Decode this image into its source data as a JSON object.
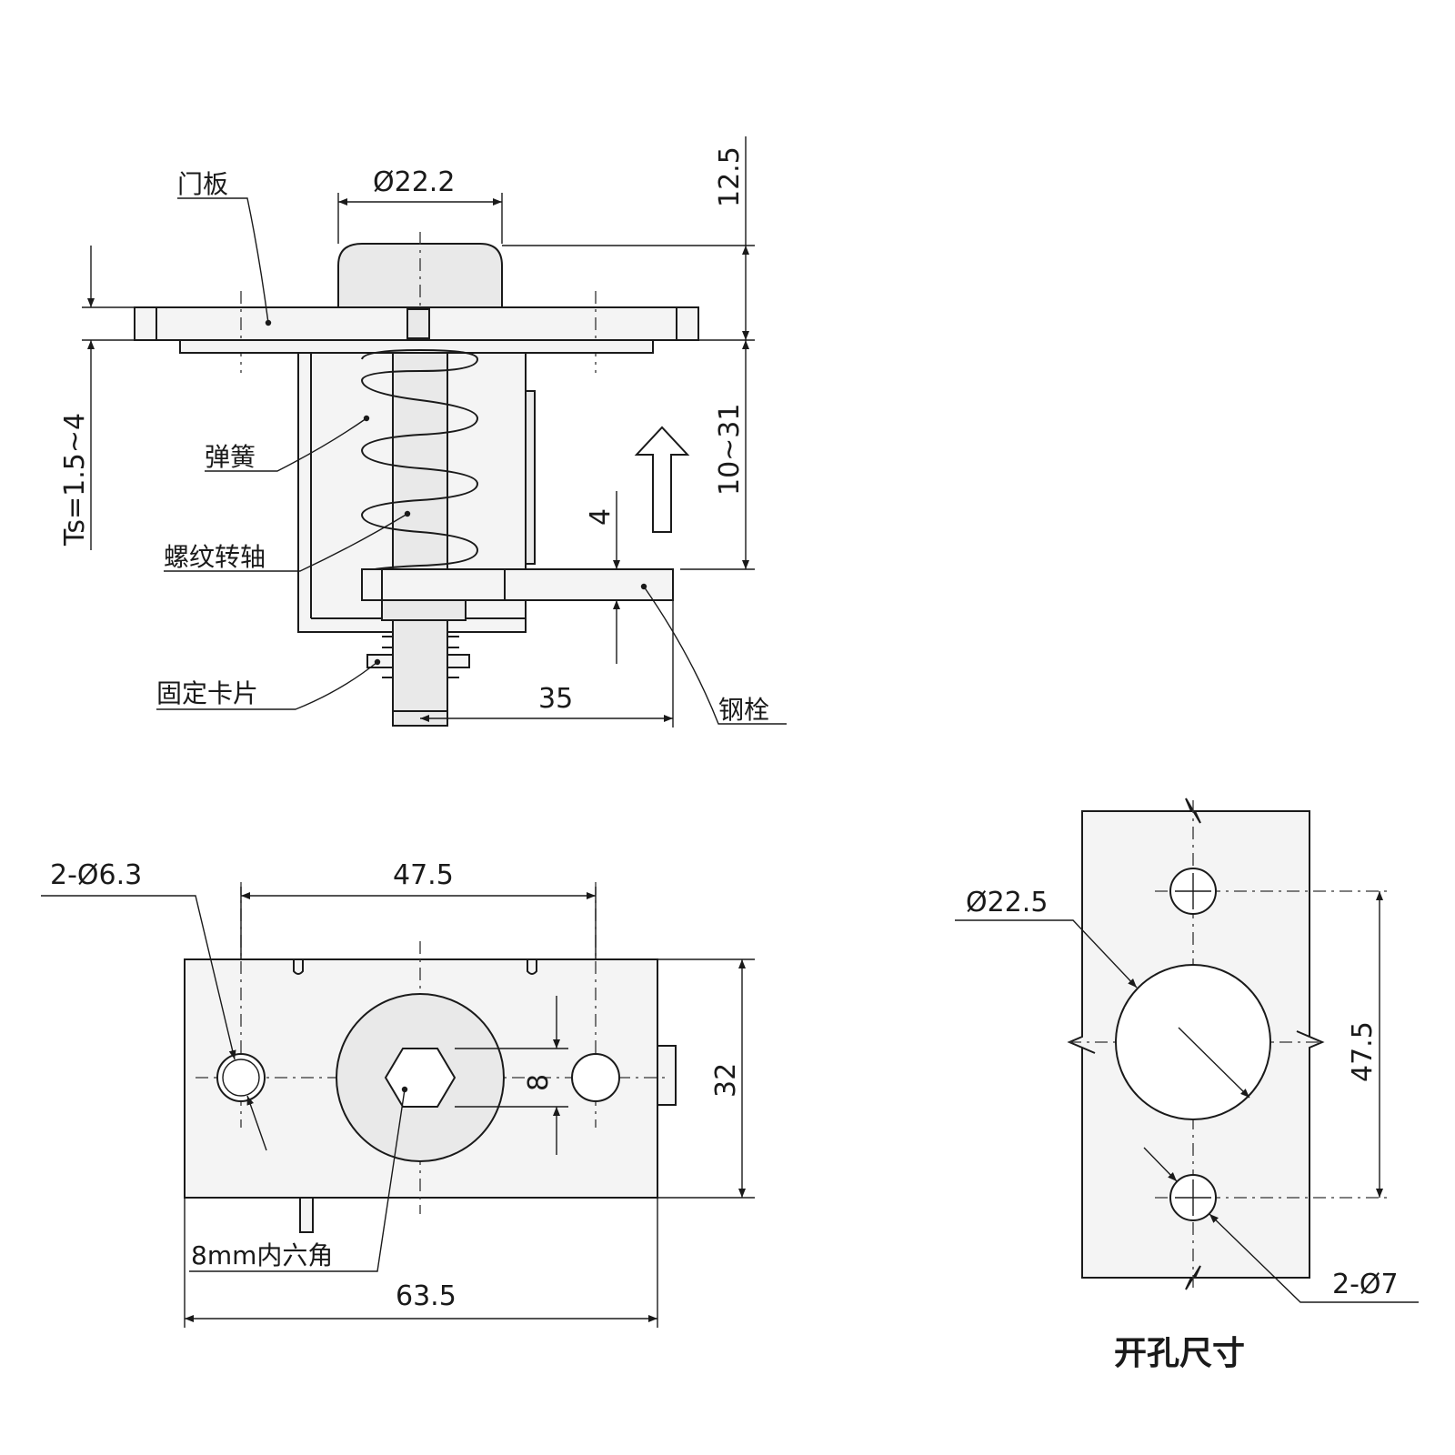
{
  "side_view": {
    "dim_diameter_top": "Ø22.2",
    "dim_cap_height": "12.5",
    "dim_stroke": "10~31",
    "dim_panel_thickness": "Ts=1.5~4",
    "dim_bolt": "4",
    "dim_offset": "35",
    "label_door_panel": "门板",
    "label_spring": "弹簧",
    "label_threaded_shaft": "螺纹转轴",
    "label_retaining_clip": "固定卡片",
    "label_steel_bolt": "钢栓"
  },
  "front_view": {
    "dim_holes": "2-Ø6.3",
    "dim_hole_spacing": "47.5",
    "dim_hex": "8",
    "dim_height": "32",
    "dim_width": "63.5",
    "label_hex_socket": "8mm内六角"
  },
  "cutout_view": {
    "dim_center_hole": "Ø22.5",
    "dim_hole_spacing": "47.5",
    "dim_small_holes": "2-Ø7",
    "title": "开孔尺寸"
  }
}
